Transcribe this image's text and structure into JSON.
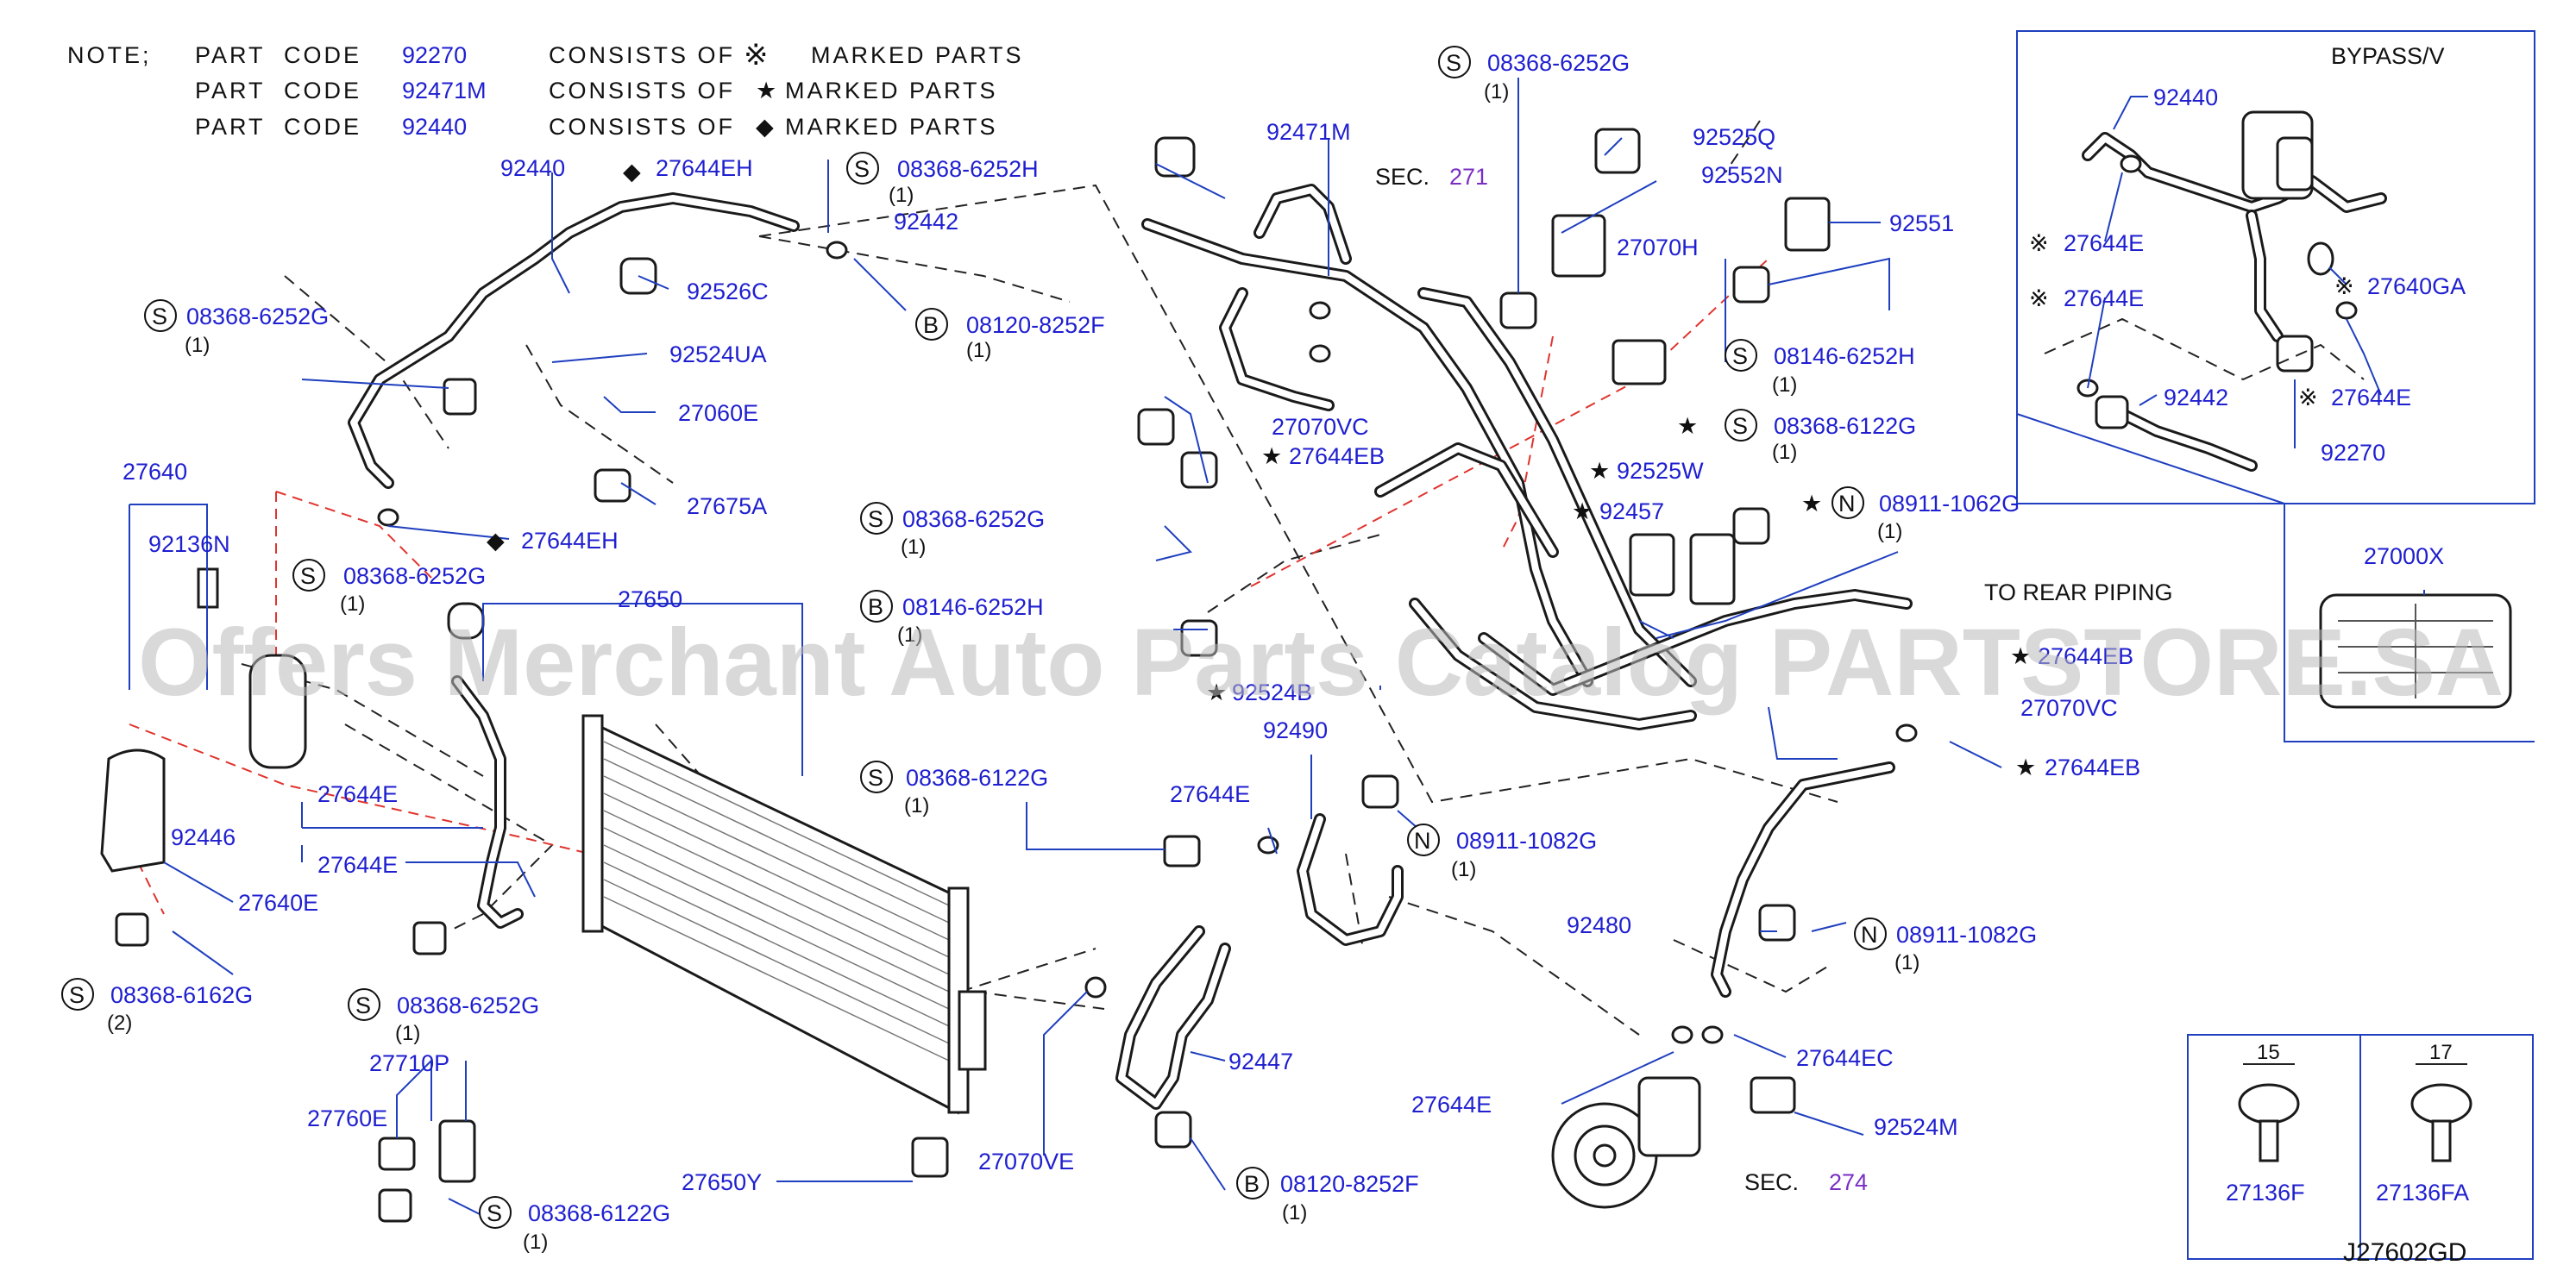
{
  "notes": [
    {
      "prefix": "NOTE;",
      "part": "PART",
      "code_word": "CODE",
      "code": "92270",
      "consists": "CONSISTS OF",
      "mark": "※",
      "marked": "MARKED PARTS"
    },
    {
      "prefix": "",
      "part": "PART",
      "code_word": "CODE",
      "code": "92471M",
      "consists": "CONSISTS OF",
      "mark": "★",
      "marked": "MARKED PARTS"
    },
    {
      "prefix": "",
      "part": "PART",
      "code_word": "CODE",
      "code": "92440",
      "consists": "CONSISTS OF",
      "mark": "◆",
      "marked": "MARKED PARTS"
    }
  ],
  "labels": {
    "l92440": "92440",
    "l27644EH_top": "27644EH",
    "l08368_6252H_a": "08368-6252H",
    "q1_a": "(1)",
    "l92442": "92442",
    "l92526C": "92526C",
    "l08120_8252F_a": "08120-8252F",
    "q1_b": "(1)",
    "l08368_6252G_a": "08368-6252G",
    "q1_c": "(1)",
    "l92524UA": "92524UA",
    "l27060E": "27060E",
    "l27675A": "27675A",
    "l27640": "27640",
    "l92136N": "92136N",
    "l27644EH_b": "27644EH",
    "l08368_6252G_b": "08368-6252G",
    "q1_d": "(1)",
    "l27650": "27650",
    "l92446": "92446",
    "l27644E_a": "27644E",
    "l27644E_b": "27644E",
    "l27640E": "27640E",
    "l08368_6162G": "08368-6162G",
    "q2": "(2)",
    "l08368_6252G_c": "08368-6252G",
    "q1_e": "(1)",
    "l27710P": "27710P",
    "l27760E": "27760E",
    "l08368_6122G_a": "08368-6122G",
    "q1_f": "(1)",
    "l27650Y": "27650Y",
    "l27070VE": "27070VE",
    "l08368_6252G_d": "08368-6252G",
    "q1_g": "(1)",
    "l08146_6252H_a": "08146-6252H",
    "q1_h": "(1)",
    "l92524B": "92524B",
    "l92490": "92490",
    "l27644E_c": "27644E",
    "l08368_6122G_b": "08368-6122G",
    "q1_i": "(1)",
    "l08911_1082G_a": "08911-1082G",
    "q1_j": "(1)",
    "l92447": "92447",
    "l08120_8252F_b": "08120-8252F",
    "q1_k": "(1)",
    "l92471M": "92471M",
    "sec271_prefix": "SEC.",
    "sec271": "271",
    "l08368_6252G_e": "08368-6252G",
    "q1_l": "(1)",
    "l92525Q": "92525Q",
    "l92552N": "92552N",
    "l27070H": "27070H",
    "l92551": "92551",
    "l08146_6252H_b": "08146-6252H",
    "q1_m": "(1)",
    "l08368_6122G_c": "08368-6122G",
    "q1_n": "(1)",
    "l92525W": "92525W",
    "l92457": "92457",
    "l08911_1062G": "08911-1062G",
    "q1_o": "(1)",
    "l27070VC_a": "27070VC",
    "l27644EB_a": "27644EB",
    "to_rear": "TO REAR PIPING",
    "l27644EB_b": "27644EB",
    "l27070VC_b": "27070VC",
    "l27644EB_c": "27644EB",
    "l92480": "92480",
    "l08911_1082G_b": "08911-1082G",
    "q1_p": "(1)",
    "l27644EC": "27644EC",
    "l27644E_d": "27644E",
    "l92524M": "92524M",
    "sec274_prefix": "SEC.",
    "sec274": "274",
    "bypass": "BYPASS/V",
    "bp92440": "92440",
    "bp27644E_a": "27644E",
    "bp27644E_b": "27644E",
    "bp27640GA": "27640GA",
    "bp92442": "92442",
    "bp27644E_c": "27644E",
    "bp92270": "92270",
    "l27000X": "27000X",
    "dim15": "15",
    "dim17": "17",
    "l27136F": "27136F",
    "l27136FA": "27136FA",
    "diagram_id": "J27602GD"
  },
  "badges": {
    "s": "S",
    "b": "B",
    "n": "N"
  },
  "marks": {
    "ref": "※",
    "star": "★",
    "diamond": "◆"
  },
  "watermark": "Offers Merchant Auto Parts Catalog PARTSTORE.SA",
  "colors": {
    "label": "#1f1fd0",
    "leader": "#1f3fbf",
    "section": "#7a2fc4",
    "red_dash": "#e0342e",
    "watermark": "#b9b9b9"
  }
}
